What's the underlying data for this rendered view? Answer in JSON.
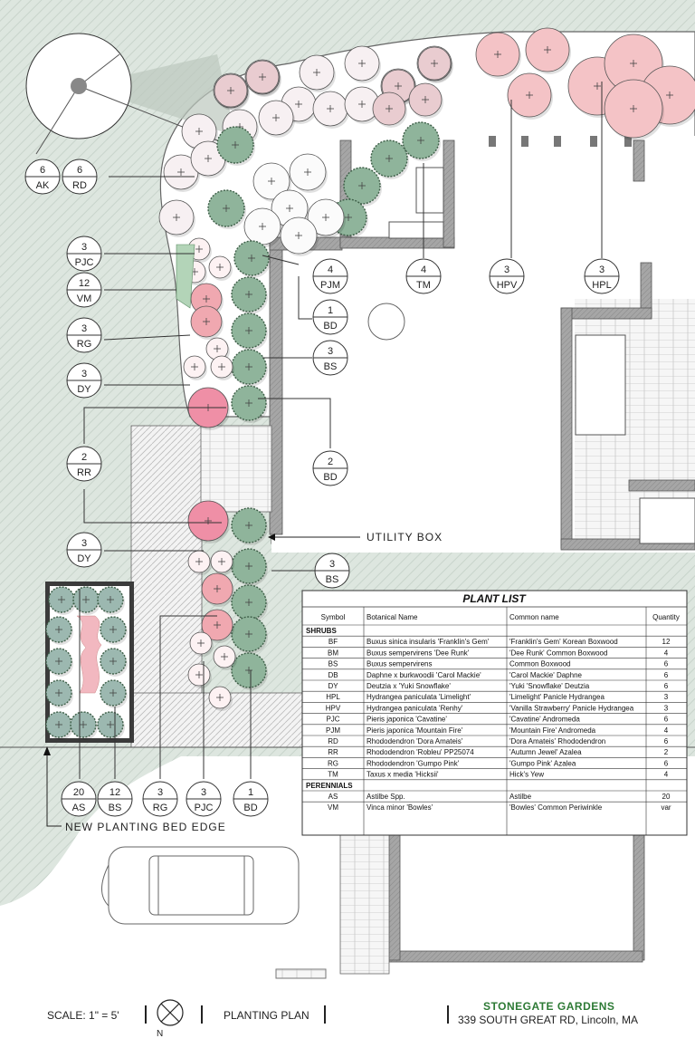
{
  "callouts": [
    {
      "num": "6",
      "code": "AK"
    },
    {
      "num": "6",
      "code": "RD"
    },
    {
      "num": "3",
      "code": "PJC"
    },
    {
      "num": "12",
      "code": "VM"
    },
    {
      "num": "3",
      "code": "RG"
    },
    {
      "num": "3",
      "code": "DY"
    },
    {
      "num": "2",
      "code": "RR"
    },
    {
      "num": "3",
      "code": "DY"
    },
    {
      "num": "4",
      "code": "PJM"
    },
    {
      "num": "1",
      "code": "BD"
    },
    {
      "num": "3",
      "code": "BS"
    },
    {
      "num": "2",
      "code": "BD"
    },
    {
      "num": "3",
      "code": "BS"
    },
    {
      "num": "4",
      "code": "TM"
    },
    {
      "num": "3",
      "code": "HPV"
    },
    {
      "num": "3",
      "code": "HPL"
    },
    {
      "num": "20",
      "code": "AS"
    },
    {
      "num": "12",
      "code": "BS"
    },
    {
      "num": "3",
      "code": "RG"
    },
    {
      "num": "3",
      "code": "PJC"
    },
    {
      "num": "1",
      "code": "BD"
    }
  ],
  "labels": {
    "utility_box": "UTILITY BOX",
    "bed_edge": "NEW PLANTING BED EDGE"
  },
  "plant_list": {
    "title": "PLANT LIST",
    "headers": [
      "Symbol",
      "Botanical Name",
      "Common name",
      "Quantity"
    ],
    "groups": [
      {
        "name": "SHRUBS",
        "rows": [
          [
            "BF",
            "Buxus sinica insularis 'Franklin's Gem'",
            "'Franklin's Gem' Korean Boxwood",
            "12"
          ],
          [
            "BM",
            "Buxus sempervirens 'Dee Runk'",
            "'Dee Runk' Common Boxwood",
            "4"
          ],
          [
            "BS",
            "Buxus sempervirens",
            " Common Boxwood",
            "6"
          ],
          [
            "DB",
            "Daphne x burkwoodii 'Carol Mackie'",
            "'Carol Mackie' Daphne",
            "6"
          ],
          [
            "DY",
            "Deutzia x 'Yuki Snowflake'",
            "'Yuki 'Snowflake'  Deutzia",
            "6"
          ],
          [
            "HPL",
            "Hydrangea paniculata 'Limelight'",
            "'Limelight' Panicle Hydrangea",
            "3"
          ],
          [
            "HPV",
            "Hydrangea paniculata 'Renhy'",
            "'Vanilla Strawberry' Panicle Hydrangea",
            "3"
          ],
          [
            "PJC",
            "Pieris japonica 'Cavatine'",
            "'Cavatine' Andromeda",
            "6"
          ],
          [
            "PJM",
            "Pieris japonica 'Mountain Fire'",
            "'Mountain Fire' Andromeda",
            "4"
          ],
          [
            "RD",
            "Rhododendron 'Dora Amateis'",
            "'Dora Amateis' Rhododendron",
            "6"
          ],
          [
            "RR",
            "Rhododendron 'Robleu' PP25074",
            "'Autumn Jewel' Azalea",
            "2"
          ],
          [
            "RG",
            "Rhododendron 'Gumpo Pink'",
            "'Gumpo Pink' Azalea",
            "6"
          ],
          [
            "TM",
            "Taxus x media 'Hicksii'",
            "Hick's Yew",
            "4"
          ]
        ]
      },
      {
        "name": "PERENNIALS",
        "rows": [
          [
            "AS",
            "Astilbe Spp.",
            "Astilbe",
            "20"
          ],
          [
            "VM",
            "Vinca minor 'Bowles'",
            " 'Bowles' Common Periwinkle",
            "var"
          ]
        ]
      }
    ]
  },
  "title_block": {
    "scale": "SCALE: 1\" = 5'",
    "north": "N",
    "plan_name": "PLANTING PLAN",
    "company": "STONEGATE GARDENS",
    "address": "339 SOUTH GREAT RD, Lincoln, MA"
  },
  "colors": {
    "lawn": "#dfe8e0",
    "boxwood": "#8fb49b",
    "azalea_pink": "#f0a8b0",
    "hydrangea_pink": "#f4c3c6",
    "deutzia_white": "#f7f0f2",
    "wall": "#999999",
    "company_green": "#2d7a35"
  }
}
